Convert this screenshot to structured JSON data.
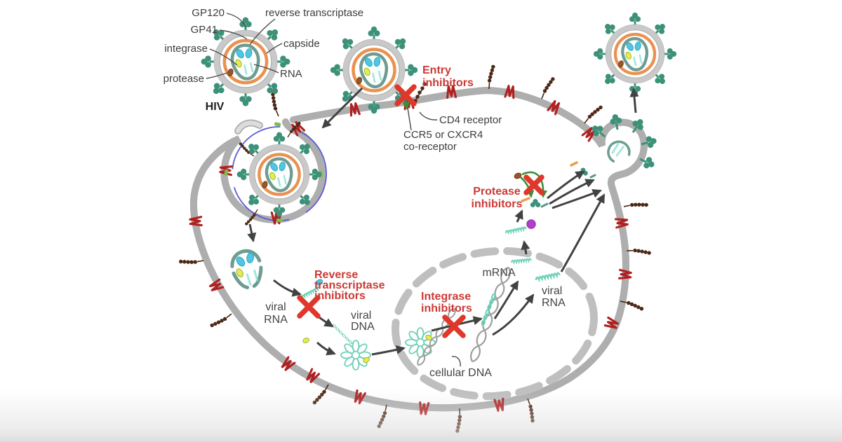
{
  "hiv_structure": {
    "gp120": "GP120",
    "gp41": "GP41",
    "integrase": "integrase",
    "protease": "protease",
    "reverse_transcriptase": "reverse transcriptase",
    "capsid": "capside",
    "rna": "RNA",
    "virus_name": "HIV"
  },
  "inhibitors": {
    "entry": [
      "Entry",
      "inhibitors"
    ],
    "reverse_transcriptase": [
      "Reverse",
      "transcriptase",
      "inhibitors"
    ],
    "integrase": [
      "Integrase",
      "inhibitors"
    ],
    "protease": [
      "Protease",
      "inhibitors"
    ]
  },
  "receptors": {
    "cd4": "CD4 receptor",
    "co_receptor": [
      "CCR5 or CXCR4",
      "co-receptor"
    ]
  },
  "molecules": {
    "viral_rna_cytoplasm": [
      "viral",
      "RNA"
    ],
    "viral_dna": [
      "viral",
      "DNA"
    ],
    "cellular_dna": "cellular DNA",
    "mrna": "mRNA",
    "viral_rna_nucleus": [
      "viral",
      "RNA"
    ]
  },
  "colors": {
    "inhibitor_text": "#cb3a35",
    "inhibitor_x": "#df372b",
    "label_text": "#3d3d3d",
    "membrane_gray": "#dcdcdc",
    "membrane_edge": "#aeaeae",
    "spike_teal": "#3d9179",
    "capsid_outline": "#6f9c92",
    "matrix_orange": "#ea9150",
    "integrase_yellow": "#dff04c",
    "protease_brown": "#96572a",
    "rt_cyan": "#52c5df",
    "receptor_brown": "#4e2715",
    "membrane_protein_red": "#b02020",
    "vesicle_blue": "#5b5bd6",
    "ribosome_purple": "#b13fc9",
    "cleavage_green": "#3a8f3a",
    "nucleus_gray": "#bfbfbf",
    "arrow_gray": "#424242",
    "dna_teal": "#6fd0b8",
    "dna_gray": "#9f9f9f"
  }
}
